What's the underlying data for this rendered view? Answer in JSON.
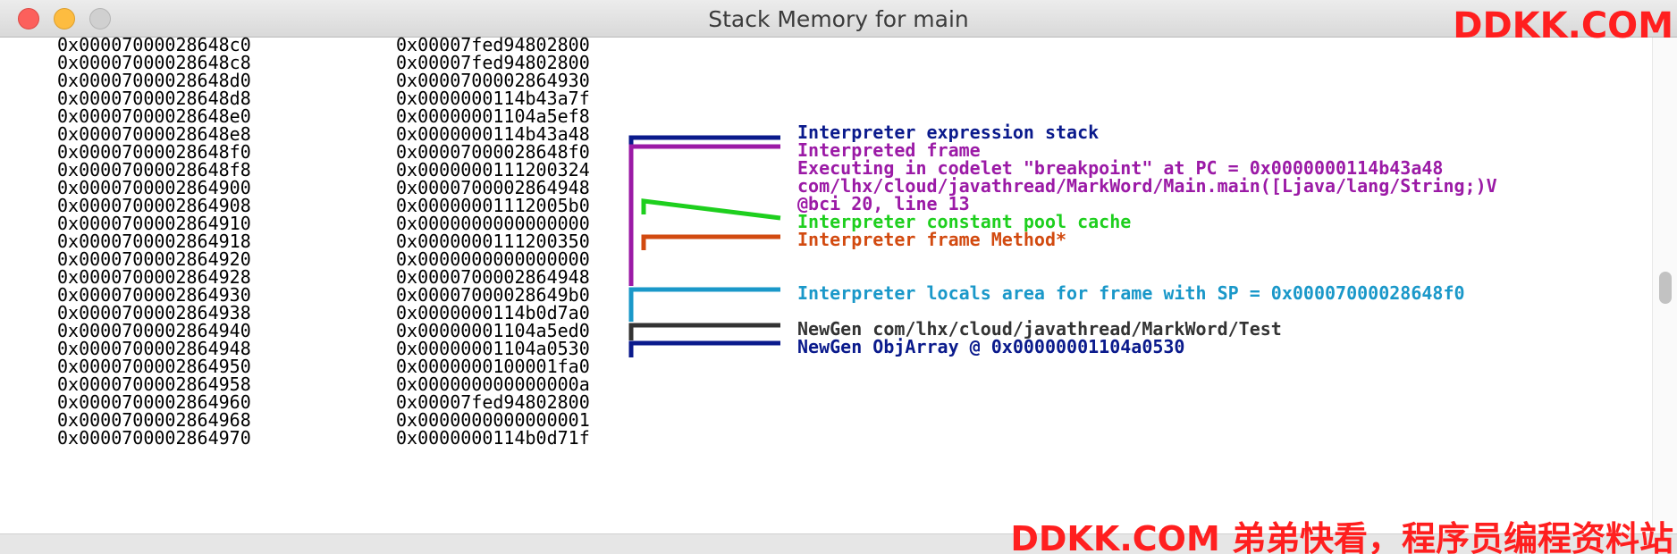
{
  "window": {
    "title": "Stack Memory for main",
    "watermark_top": "DDKK.COM",
    "watermark_bottom": "DDKK.COM 弟弟快看，程序员编程资料站"
  },
  "memory_rows": [
    {
      "address": "0x00007000028648c0",
      "value": "0x00007fed94802800"
    },
    {
      "address": "0x00007000028648c8",
      "value": "0x00007fed94802800"
    },
    {
      "address": "0x00007000028648d0",
      "value": "0x0000700002864930"
    },
    {
      "address": "0x00007000028648d8",
      "value": "0x0000000114b43a7f"
    },
    {
      "address": "0x00007000028648e0",
      "value": "0x00000001104a5ef8"
    },
    {
      "address": "0x00007000028648e8",
      "value": "0x0000000114b43a48"
    },
    {
      "address": "0x00007000028648f0",
      "value": "0x00007000028648f0"
    },
    {
      "address": "0x00007000028648f8",
      "value": "0x0000000111200324"
    },
    {
      "address": "0x0000700002864900",
      "value": "0x0000700002864948"
    },
    {
      "address": "0x0000700002864908",
      "value": "0x00000001112005b0"
    },
    {
      "address": "0x0000700002864910",
      "value": "0x0000000000000000"
    },
    {
      "address": "0x0000700002864918",
      "value": "0x0000000111200350"
    },
    {
      "address": "0x0000700002864920",
      "value": "0x0000000000000000"
    },
    {
      "address": "0x0000700002864928",
      "value": "0x0000700002864948"
    },
    {
      "address": "0x0000700002864930",
      "value": "0x00007000028649b0"
    },
    {
      "address": "0x0000700002864938",
      "value": "0x0000000114b0d7a0"
    },
    {
      "address": "0x0000700002864940",
      "value": "0x00000001104a5ed0"
    },
    {
      "address": "0x0000700002864948",
      "value": "0x00000001104a0530"
    },
    {
      "address": "0x0000700002864950",
      "value": "0x0000000100001fa0"
    },
    {
      "address": "0x0000700002864958",
      "value": "0x000000000000000a"
    },
    {
      "address": "0x0000700002864960",
      "value": "0x00007fed94802800"
    },
    {
      "address": "0x0000700002864968",
      "value": "0x0000000000000001"
    },
    {
      "address": "0x0000700002864970",
      "value": "0x0000000114b0d71f"
    }
  ],
  "annotations": [
    {
      "text": "Interpreter expression stack",
      "color": "#0a1a8c"
    },
    {
      "text": "Interpreted frame",
      "color": "#9b1aa6"
    },
    {
      "text": "Executing in codelet \"breakpoint\" at PC = 0x0000000114b43a48",
      "color": "#9b1aa6"
    },
    {
      "text": "com/lhx/cloud/javathread/MarkWord/Main.main([Ljava/lang/String;)V",
      "color": "#9b1aa6"
    },
    {
      "text": "@bci 20, line 13",
      "color": "#9b1aa6"
    },
    {
      "text": "Interpreter constant pool cache",
      "color": "#1ecf1e"
    },
    {
      "text": "Interpreter frame Method*",
      "color": "#d24a10"
    },
    {
      "text": "Interpreter locals area for frame with SP = 0x00007000028648f0",
      "color": "#1a98c9"
    },
    {
      "text": "NewGen com/lhx/cloud/javathread/MarkWord/Test",
      "color": "#333333"
    },
    {
      "text": "NewGen ObjArray @ 0x00000001104a0530",
      "color": "#0a1a8c"
    }
  ]
}
